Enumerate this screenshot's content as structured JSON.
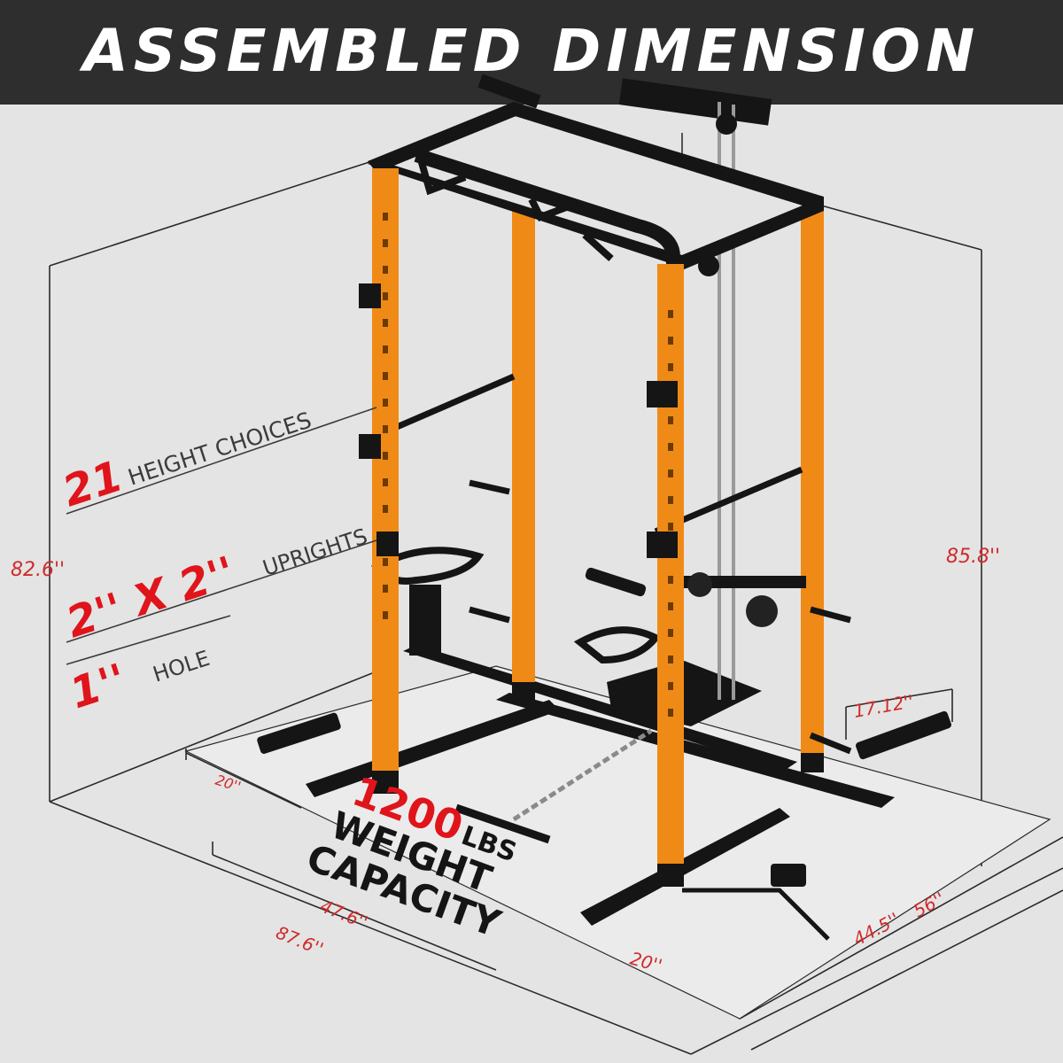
{
  "header": {
    "title": "ASSEMBLED DIMENSION"
  },
  "features": {
    "height_choices_number": "21",
    "height_choices_label": "HEIGHT CHOICES",
    "uprights_size": "2'' X 2''",
    "uprights_label": "UPRIGHTS",
    "hole_size": "1''",
    "hole_label": "HOLE"
  },
  "capacity": {
    "number": "1200",
    "unit": "LBS",
    "line1": "WEIGHT",
    "line2": "CAPACITY"
  },
  "dimensions": {
    "left_height": "82.6''",
    "right_height": "85.8''",
    "storage_peg_width": "17.12''",
    "front_left_gap": "20''",
    "inner_width": "47.6''",
    "total_width": "87.6''",
    "front_right_gap": "20''",
    "inner_depth": "44.5''",
    "total_depth": "56''"
  },
  "colors": {
    "header_background": "#2e2e2e",
    "background": "#e4e4e4",
    "frame_orange": "#f08a16",
    "frame_black": "#151515",
    "accent_red": "#e0141b",
    "dimension_text": "#d12a2a"
  }
}
